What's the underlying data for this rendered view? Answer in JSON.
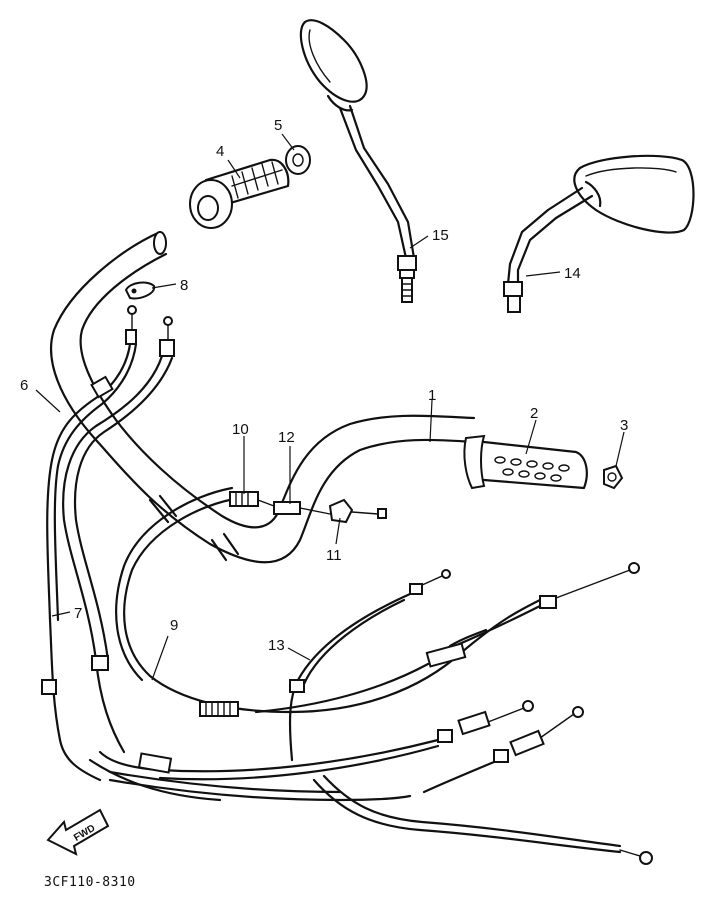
{
  "callouts": {
    "c1": "1",
    "c2": "2",
    "c3": "3",
    "c4": "4",
    "c5": "5",
    "c6": "6",
    "c7": "7",
    "c8": "8",
    "c9": "9",
    "c10": "10",
    "c11": "11",
    "c12": "12",
    "c13": "13",
    "c14": "14",
    "c15": "15"
  },
  "fwd_label": "FWD",
  "diagram_code": "3CF110-8310"
}
